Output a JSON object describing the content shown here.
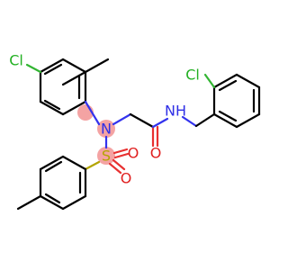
{
  "atoms": {
    "cl_left": {
      "label": "Cl",
      "color": "#22b022"
    },
    "cl_right": {
      "label": "Cl",
      "color": "#22b022"
    },
    "n_sulfonamide": {
      "label": "N",
      "color": "#2f2fe6",
      "highlight": "#f2a0a0"
    },
    "n_amide": {
      "label": "NH",
      "color": "#2f2fe6"
    },
    "o_amide": {
      "label": "O",
      "color": "#e02020"
    },
    "s": {
      "label": "S",
      "color": "#b3a400",
      "highlight": "#f2a0a0"
    },
    "o_s1": {
      "label": "O",
      "color": "#e02020"
    },
    "o_s2": {
      "label": "O",
      "color": "#e02020"
    }
  },
  "highlight_color": "#f4a3a3"
}
